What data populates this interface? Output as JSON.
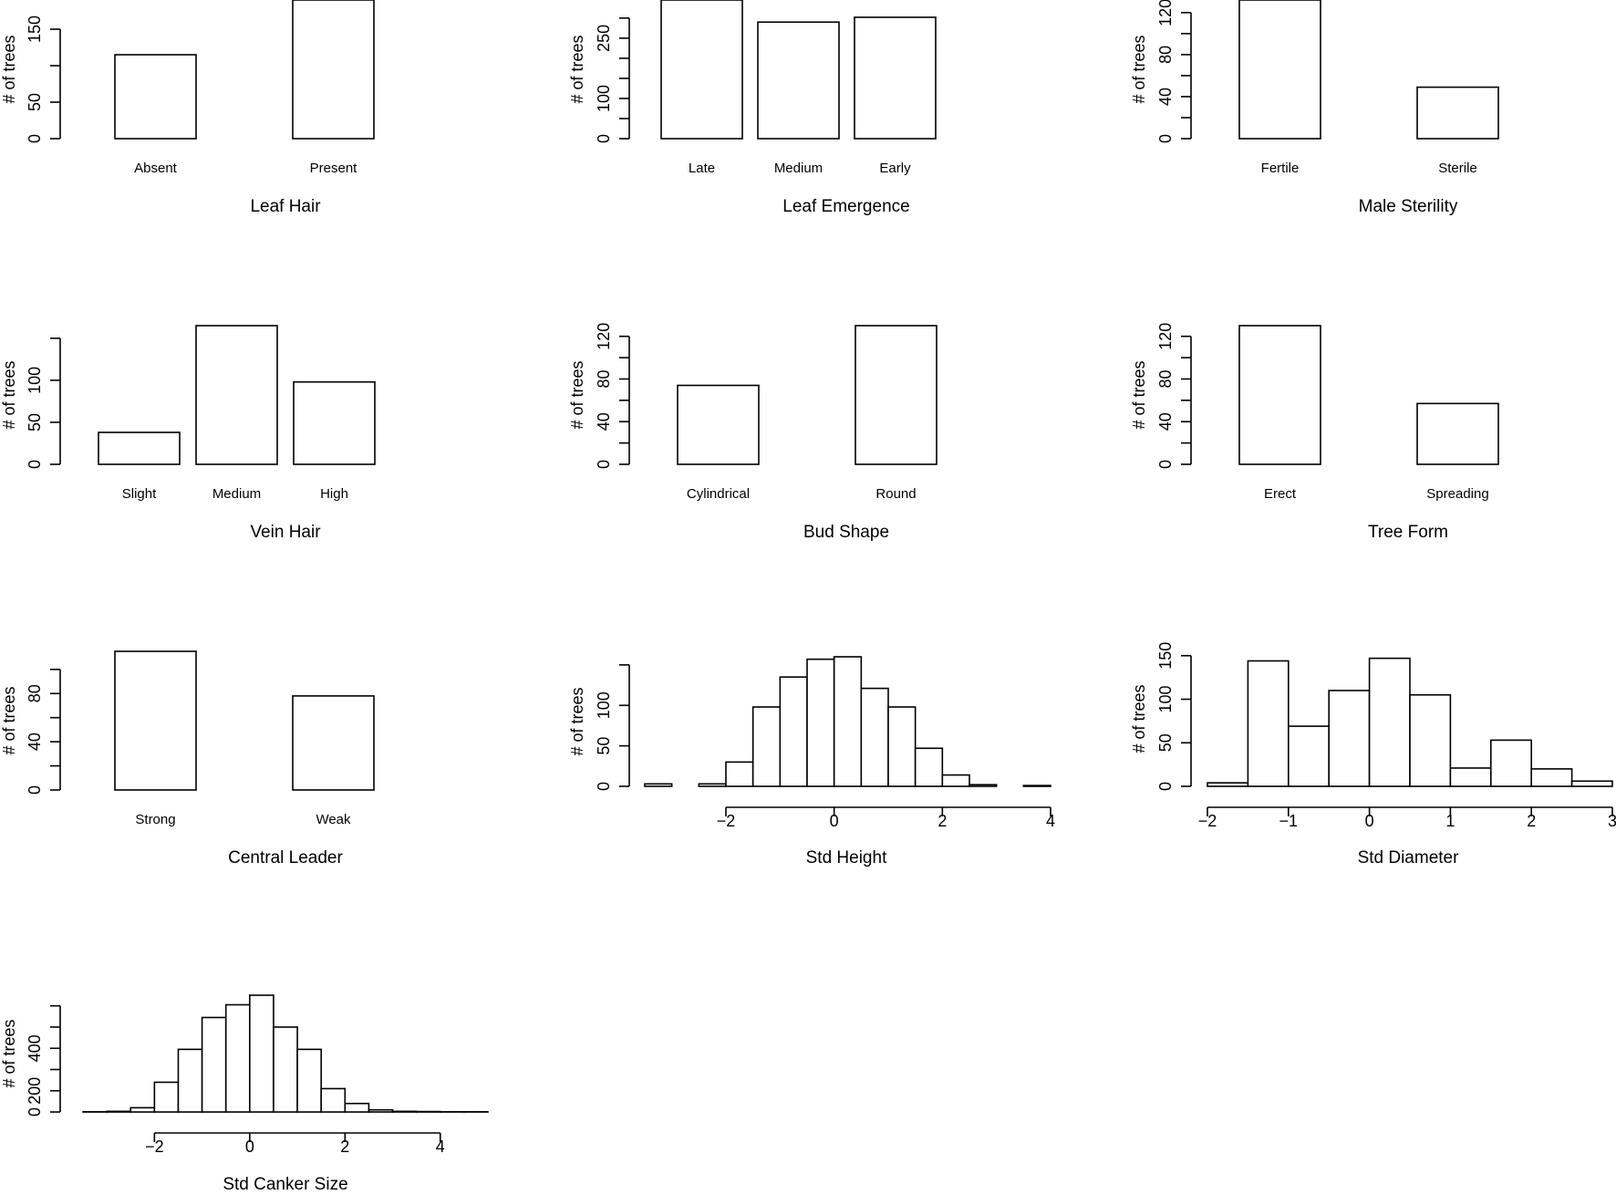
{
  "chart_data": [
    {
      "type": "bar",
      "xlabel": "Leaf Hair",
      "ylabel": "# of trees",
      "categories": [
        "Absent",
        "Present"
      ],
      "values": [
        115,
        190
      ],
      "ylim": [
        0,
        190
      ],
      "yticks": [
        0,
        50,
        100,
        150
      ],
      "yticklabels": [
        "0",
        "50",
        "",
        "150"
      ]
    },
    {
      "type": "bar",
      "xlabel": "Leaf Emergence",
      "ylabel": "# of trees",
      "categories": [
        "Late",
        "Medium",
        "Early"
      ],
      "values": [
        345,
        290,
        302
      ],
      "ylim": [
        0,
        345
      ],
      "yticks": [
        0,
        50,
        100,
        150,
        200,
        250,
        300
      ],
      "yticklabels": [
        "0",
        "",
        "100",
        "",
        "",
        "250",
        ""
      ]
    },
    {
      "type": "bar",
      "xlabel": "Male Sterility",
      "ylabel": "# of trees",
      "categories": [
        "Fertile",
        "Sterile"
      ],
      "values": [
        132,
        49
      ],
      "ylim": [
        0,
        132
      ],
      "yticks": [
        0,
        20,
        40,
        60,
        80,
        100,
        120
      ],
      "yticklabels": [
        "0",
        "",
        "40",
        "",
        "80",
        "",
        "120"
      ]
    },
    {
      "type": "bar",
      "xlabel": "Vein Hair",
      "ylabel": "# of trees",
      "categories": [
        "Slight",
        "Medium",
        "High"
      ],
      "values": [
        38,
        165,
        98
      ],
      "ylim": [
        0,
        165
      ],
      "yticks": [
        0,
        50,
        100,
        150
      ],
      "yticklabels": [
        "0",
        "50",
        "100",
        ""
      ]
    },
    {
      "type": "bar",
      "xlabel": "Bud Shape",
      "ylabel": "# of trees",
      "categories": [
        "Cylindrical",
        "Round"
      ],
      "values": [
        74,
        130
      ],
      "ylim": [
        0,
        130
      ],
      "yticks": [
        0,
        20,
        40,
        60,
        80,
        100,
        120
      ],
      "yticklabels": [
        "0",
        "",
        "40",
        "",
        "80",
        "",
        "120"
      ]
    },
    {
      "type": "bar",
      "xlabel": "Tree Form",
      "ylabel": "# of trees",
      "categories": [
        "Erect",
        "Spreading"
      ],
      "values": [
        130,
        57
      ],
      "ylim": [
        0,
        130
      ],
      "yticks": [
        0,
        20,
        40,
        60,
        80,
        100,
        120
      ],
      "yticklabels": [
        "0",
        "",
        "40",
        "",
        "80",
        "",
        "120"
      ]
    },
    {
      "type": "bar",
      "xlabel": "Central Leader",
      "ylabel": "# of trees",
      "categories": [
        "Strong",
        "Weak"
      ],
      "values": [
        115,
        78
      ],
      "ylim": [
        0,
        115
      ],
      "yticks": [
        0,
        20,
        40,
        60,
        80,
        100
      ],
      "yticklabels": [
        "0",
        "",
        "40",
        "",
        "80",
        ""
      ]
    },
    {
      "type": "histogram",
      "xlabel": "Std Height",
      "ylabel": "# of trees",
      "bin_edges": [
        -3.5,
        -3,
        -2.5,
        -2,
        -1.5,
        -1,
        -0.5,
        0,
        0.5,
        1,
        1.5,
        2,
        2.5,
        3,
        3.5,
        4
      ],
      "values": [
        3,
        0,
        3,
        30,
        98,
        135,
        157,
        160,
        121,
        98,
        47,
        14,
        2,
        0,
        1
      ],
      "ylim": [
        0,
        160
      ],
      "xticks": [
        -2,
        0,
        2,
        4
      ],
      "xticklabels": [
        "−2",
        "0",
        "2",
        "4"
      ],
      "yticks": [
        0,
        50,
        100,
        150
      ],
      "yticklabels": [
        "0",
        "50",
        "100",
        ""
      ]
    },
    {
      "type": "histogram",
      "xlabel": "Std Diameter",
      "ylabel": "# of trees",
      "bin_edges": [
        -2,
        -1.5,
        -1,
        -0.5,
        0,
        0.5,
        1,
        1.5,
        2,
        2.5,
        3
      ],
      "values": [
        4,
        144,
        69,
        110,
        147,
        105,
        21,
        53,
        20,
        6
      ],
      "ylim": [
        0,
        155
      ],
      "xticks": [
        -2,
        -1,
        0,
        1,
        2,
        3
      ],
      "xticklabels": [
        "−2",
        "−1",
        "0",
        "1",
        "2",
        "3"
      ],
      "yticks": [
        0,
        50,
        100,
        150
      ],
      "yticklabels": [
        "0",
        "50",
        "100",
        "150"
      ]
    },
    {
      "type": "histogram",
      "xlabel": "Std Canker Size",
      "ylabel": "# of trees",
      "bin_edges": [
        -3.5,
        -3,
        -2.5,
        -2,
        -1.5,
        -1,
        -0.5,
        0,
        0.5,
        1,
        1.5,
        2,
        2.5,
        3,
        3.5,
        4,
        4.5,
        5
      ],
      "values": [
        1,
        3,
        20,
        140,
        295,
        445,
        505,
        550,
        400,
        295,
        110,
        40,
        10,
        3,
        2,
        1,
        1
      ],
      "ylim": [
        0,
        550
      ],
      "xticks": [
        -2,
        0,
        2,
        4
      ],
      "xticklabels": [
        "−2",
        "0",
        "2",
        "4"
      ],
      "yticks": [
        0,
        100,
        200,
        300,
        400,
        500
      ],
      "yticklabels": [
        "0",
        "200",
        "",
        "400",
        "",
        ""
      ]
    }
  ]
}
